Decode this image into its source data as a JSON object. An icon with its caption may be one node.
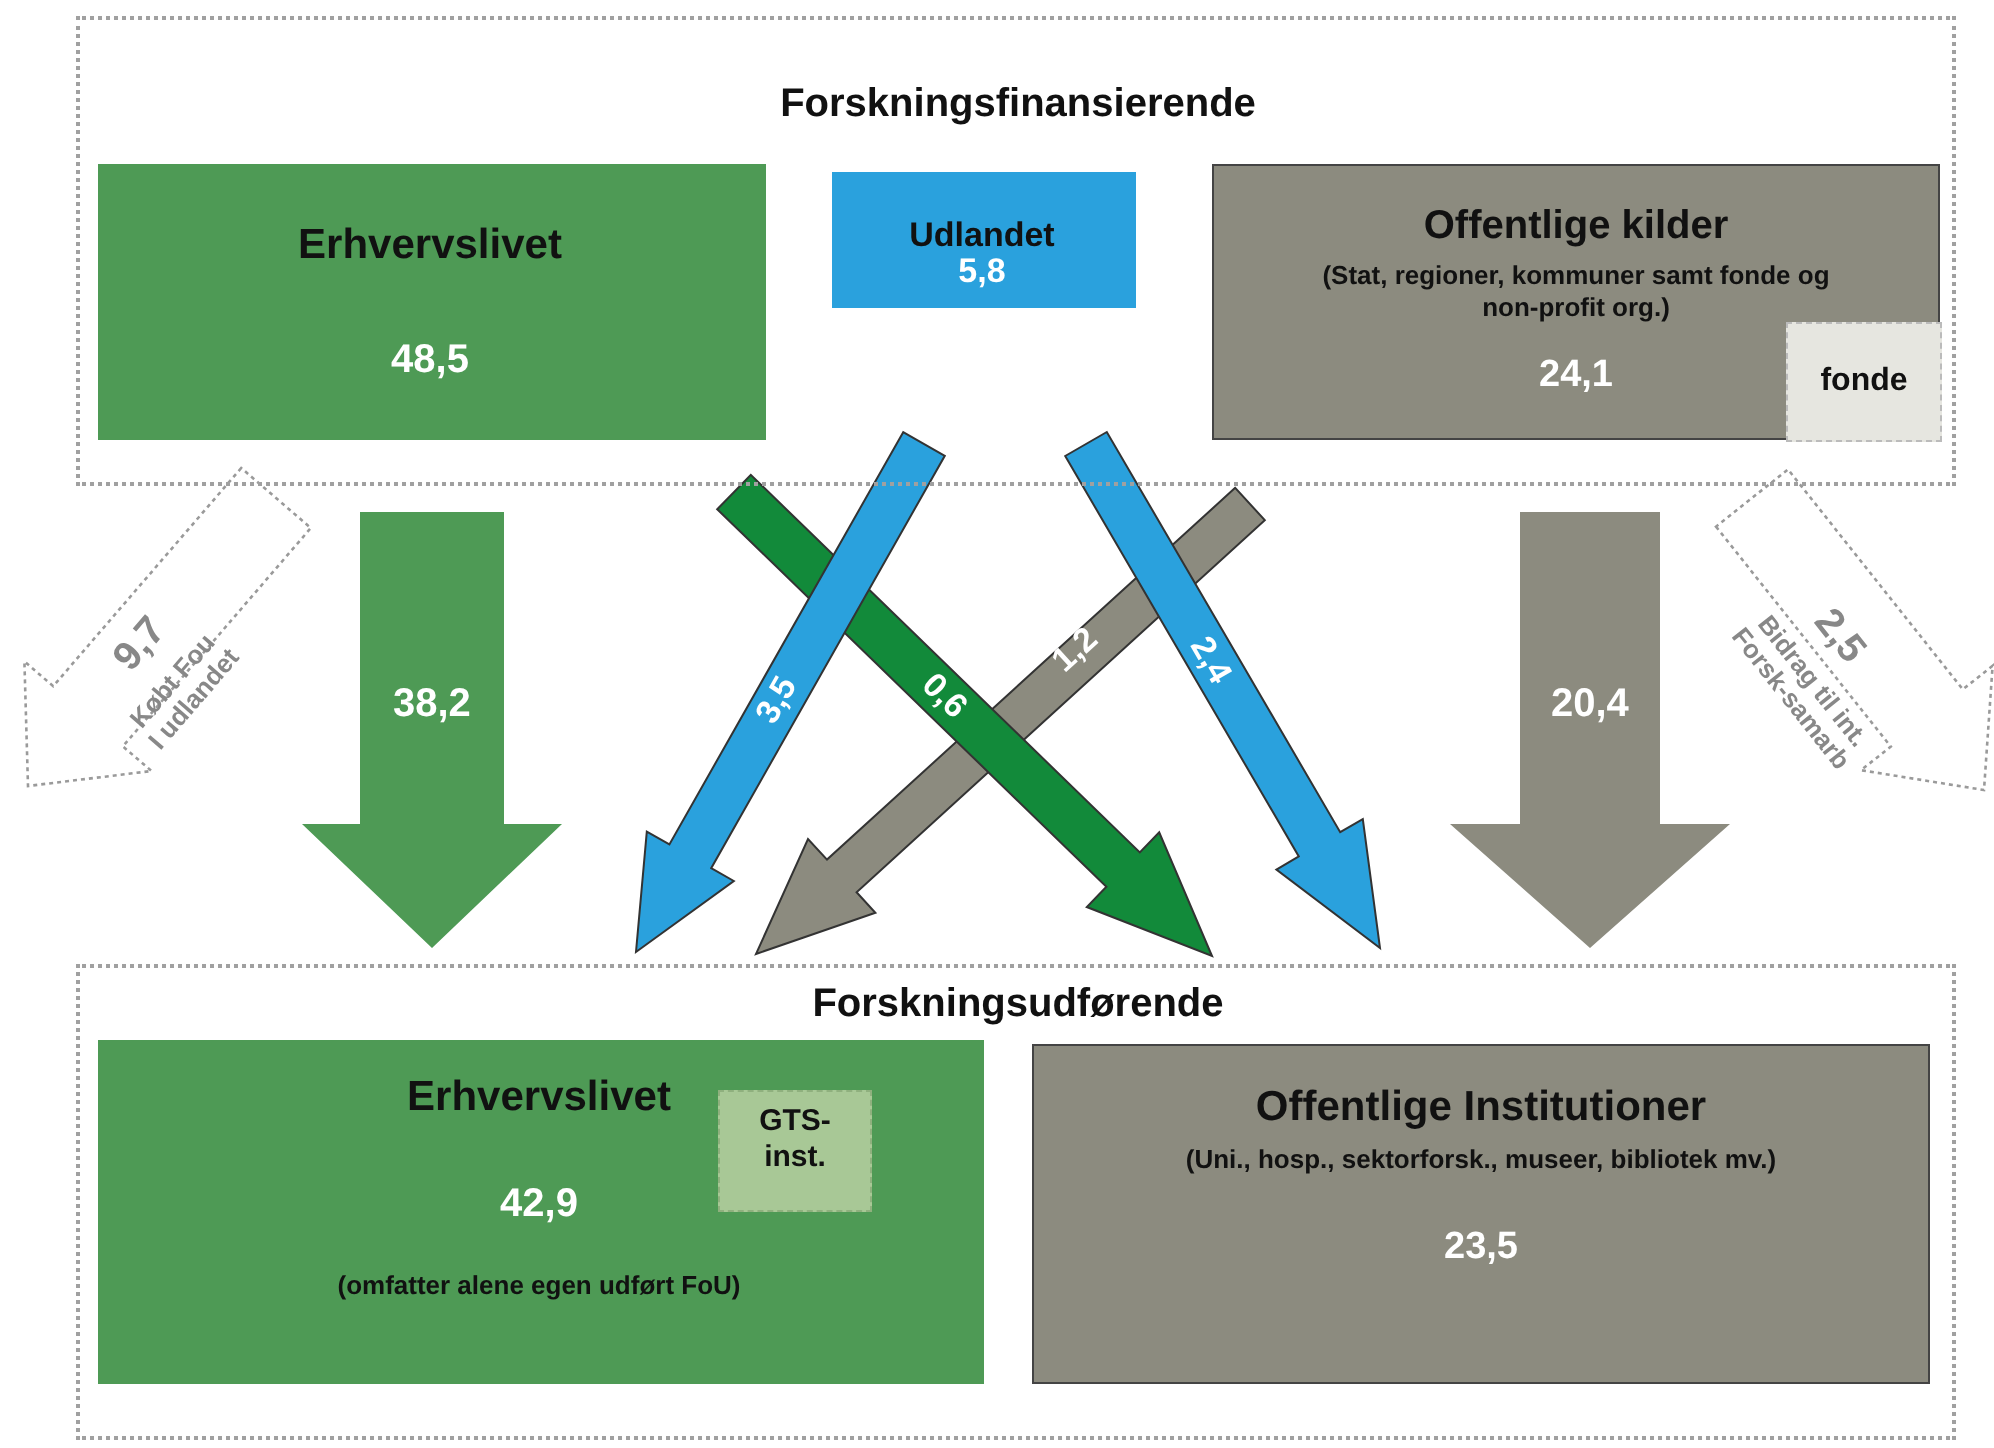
{
  "diagram": {
    "nodes": [
      {
        "text": [
          "Forskningsfinansierende"
        ]
      },
      {
        "text": [
          "Erhvervslivet",
          "48,5"
        ],
        "in": 0
      },
      {
        "text": [
          "Udlandet",
          "5,8"
        ],
        "in": 0
      },
      {
        "text": [
          "Offentlige kilder",
          "(Stat, regioner, kommuner samt fonde og non-profit org.)",
          "24,1"
        ],
        "in": 0
      },
      {
        "text": [
          "fonde"
        ],
        "in": 3
      },
      {
        "text": [
          "Forskningsudførende"
        ]
      },
      {
        "text": [
          "Erhvervslivet",
          "42,9",
          "(omfatter alene egen udført FoU)"
        ],
        "in": 5
      },
      {
        "text": [
          "GTS- inst."
        ],
        "in": 6
      },
      {
        "text": [
          "Offentlige Institutioner",
          "(Uni., hosp., sektorforsk., museer, bibliotek mv.)",
          "23,5"
        ],
        "in": 5
      }
    ],
    "edges": [
      {
        "from": 1,
        "to": 6,
        "arrow": "to",
        "label": "38,2",
        "color": "#4e9a55"
      },
      {
        "from": 3,
        "to": 8,
        "arrow": "to",
        "label": "20,4",
        "color": "#8c8b7f"
      },
      {
        "from": 2,
        "to": 6,
        "arrow": "to",
        "label": "3,5",
        "color": "#2aa1dd"
      },
      {
        "from": 1,
        "to": 8,
        "arrow": "to",
        "label": "0,6",
        "color": "#128a3a"
      },
      {
        "from": 3,
        "to": 6,
        "arrow": "to",
        "label": "1,2",
        "color": "#8c8b7f"
      },
      {
        "from": 2,
        "to": 8,
        "arrow": "to",
        "label": "2,4",
        "color": "#2aa1dd"
      },
      {
        "from": 0,
        "to": null,
        "arrow": "to",
        "label": "9,7",
        "style": "dashed",
        "color": "#ffffff"
      },
      {
        "from": 0,
        "to": null,
        "arrow": "to",
        "label": "2,5",
        "style": "dashed",
        "color": "#ffffff"
      }
    ],
    "labels": [
      "Købt Fou I udlandet",
      "Bidrag til int. Forsk-samarb"
    ]
  }
}
